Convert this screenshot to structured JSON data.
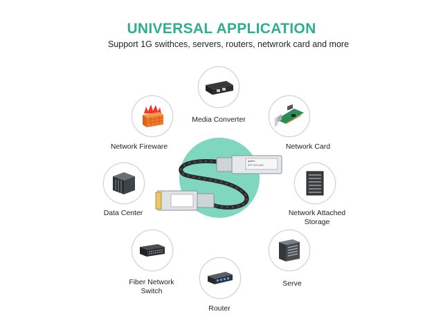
{
  "header": {
    "title": "UNIVERSAL APPLICATION",
    "subtitle": "Support  1G  swithces, servers, routers, netwrork card and more"
  },
  "colors": {
    "title": "#2fae8f",
    "disc": "#7fd7bf",
    "firewall": "#f07a2a",
    "flame": "#f2362a"
  },
  "product": {
    "module_label": "SFP-10G-DAC",
    "brand": "ipolex"
  },
  "items": [
    {
      "label": "Media Converter",
      "icon": "media-converter-icon"
    },
    {
      "label": "Network Fireware",
      "icon": "firewall-icon"
    },
    {
      "label": "Network Card",
      "icon": "network-card-icon"
    },
    {
      "label": "Data Center",
      "icon": "data-center-icon"
    },
    {
      "label": "Network Attached\nStorage",
      "icon": "nas-icon"
    },
    {
      "label": "Fiber Network\nSwitch",
      "icon": "switch-icon"
    },
    {
      "label": "Serve",
      "icon": "server-icon"
    },
    {
      "label": "Router",
      "icon": "router-icon"
    }
  ]
}
